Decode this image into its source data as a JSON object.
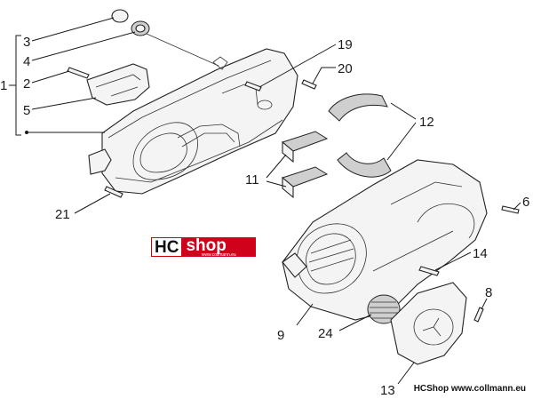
{
  "brand": {
    "logo_hc": "HC",
    "logo_shop": "shop",
    "logo_sub": "www.collmann.eu",
    "accent_color": "#d0021b",
    "footer_credit": "HCShop www.collmann.eu"
  },
  "callouts": {
    "c1": "1",
    "c2": "2",
    "c3": "3",
    "c4": "4",
    "c5": "5",
    "c6": "6",
    "c8": "8",
    "c9": "9",
    "c11": "11",
    "c12": "12",
    "c13": "13",
    "c14": "14",
    "c19": "19",
    "c20": "20",
    "c21": "21",
    "c24": "24"
  }
}
